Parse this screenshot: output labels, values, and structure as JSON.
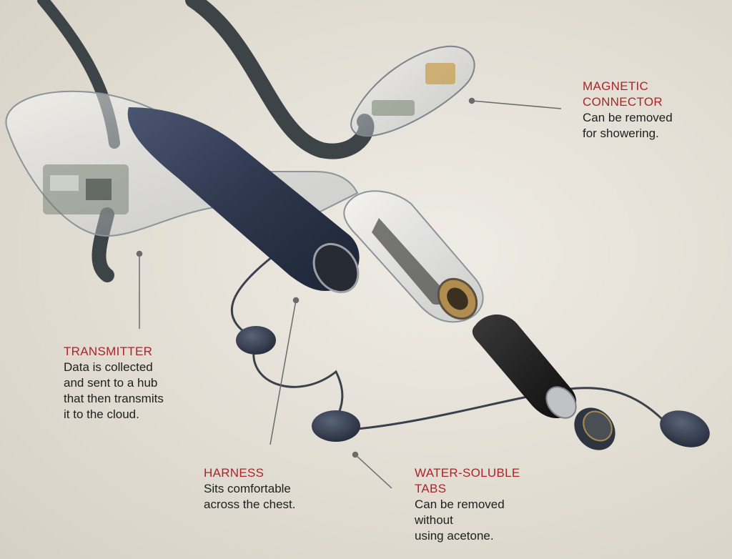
{
  "colors": {
    "title": "#a8262a",
    "text": "#1f1f1f",
    "leader_line": "#6b6b6b",
    "strap": "#3d4448",
    "transmitter_body": "#2f3950",
    "background": "#e4e0d7"
  },
  "callouts": {
    "magnetic_connector": {
      "title_lines": [
        "MAGNETIC",
        "CONNECTOR"
      ],
      "desc_lines": [
        "Can be removed",
        "for showering."
      ]
    },
    "transmitter": {
      "title_lines": [
        "TRANSMITTER"
      ],
      "desc_lines": [
        "Data is collected",
        "and sent to a hub",
        "that then transmits",
        "it to the cloud."
      ]
    },
    "harness": {
      "title_lines": [
        "HARNESS"
      ],
      "desc_lines": [
        "Sits comfortable",
        "across the chest."
      ]
    },
    "water_soluble_tabs": {
      "title_lines": [
        "WATER-SOLUBLE",
        "TABS"
      ],
      "desc_lines": [
        "Can be removed",
        "without",
        "using acetone."
      ]
    }
  }
}
